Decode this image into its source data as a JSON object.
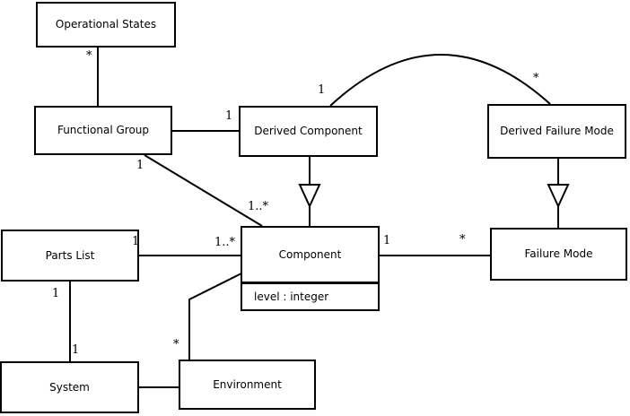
{
  "diagram": {
    "background": "#ffffff",
    "line_color": "#000000",
    "nodes": {
      "operational_states": {
        "label": "Operational States"
      },
      "functional_group": {
        "label": "Functional Group"
      },
      "derived_component": {
        "label": "Derived Component"
      },
      "derived_failure_mode": {
        "label": "Derived Failure Mode"
      },
      "component": {
        "label": "Component",
        "attribute": "level : integer"
      },
      "failure_mode": {
        "label": "Failure Mode"
      },
      "parts_list": {
        "label": "Parts List"
      },
      "system": {
        "label": "System"
      },
      "environment": {
        "label": "Environment"
      }
    },
    "edges": [
      {
        "id": "op-fg",
        "from": "Operational States",
        "to": "Functional Group",
        "type": "association",
        "from_mult": "*"
      },
      {
        "id": "fg-dc",
        "from": "Functional Group",
        "to": "Derived Component",
        "type": "association",
        "to_mult": "1"
      },
      {
        "id": "fg-comp",
        "from": "Functional Group",
        "to": "Component",
        "type": "association",
        "from_mult": "1",
        "to_mult": "1..*"
      },
      {
        "id": "dc-dfm",
        "from": "Derived Component",
        "to": "Derived Failure Mode",
        "type": "association-arc",
        "from_mult": "1",
        "to_mult": "*"
      },
      {
        "id": "dc-comp",
        "from": "Derived Component",
        "to": "Component",
        "type": "generalization"
      },
      {
        "id": "dfm-fm",
        "from": "Derived Failure Mode",
        "to": "Failure Mode",
        "type": "generalization"
      },
      {
        "id": "pl-comp",
        "from": "Parts List",
        "to": "Component",
        "type": "association",
        "from_mult": "1",
        "to_mult": "1..*"
      },
      {
        "id": "comp-fm",
        "from": "Component",
        "to": "Failure Mode",
        "type": "association",
        "from_mult": "1",
        "to_mult": "*"
      },
      {
        "id": "pl-sys",
        "from": "Parts List",
        "to": "System",
        "type": "association",
        "from_mult": "1",
        "to_mult": "1"
      },
      {
        "id": "sys-env",
        "from": "System",
        "to": "Environment",
        "type": "association"
      },
      {
        "id": "env-comp",
        "from": "Environment",
        "to": "Component",
        "type": "association",
        "from_mult": "*"
      }
    ]
  }
}
